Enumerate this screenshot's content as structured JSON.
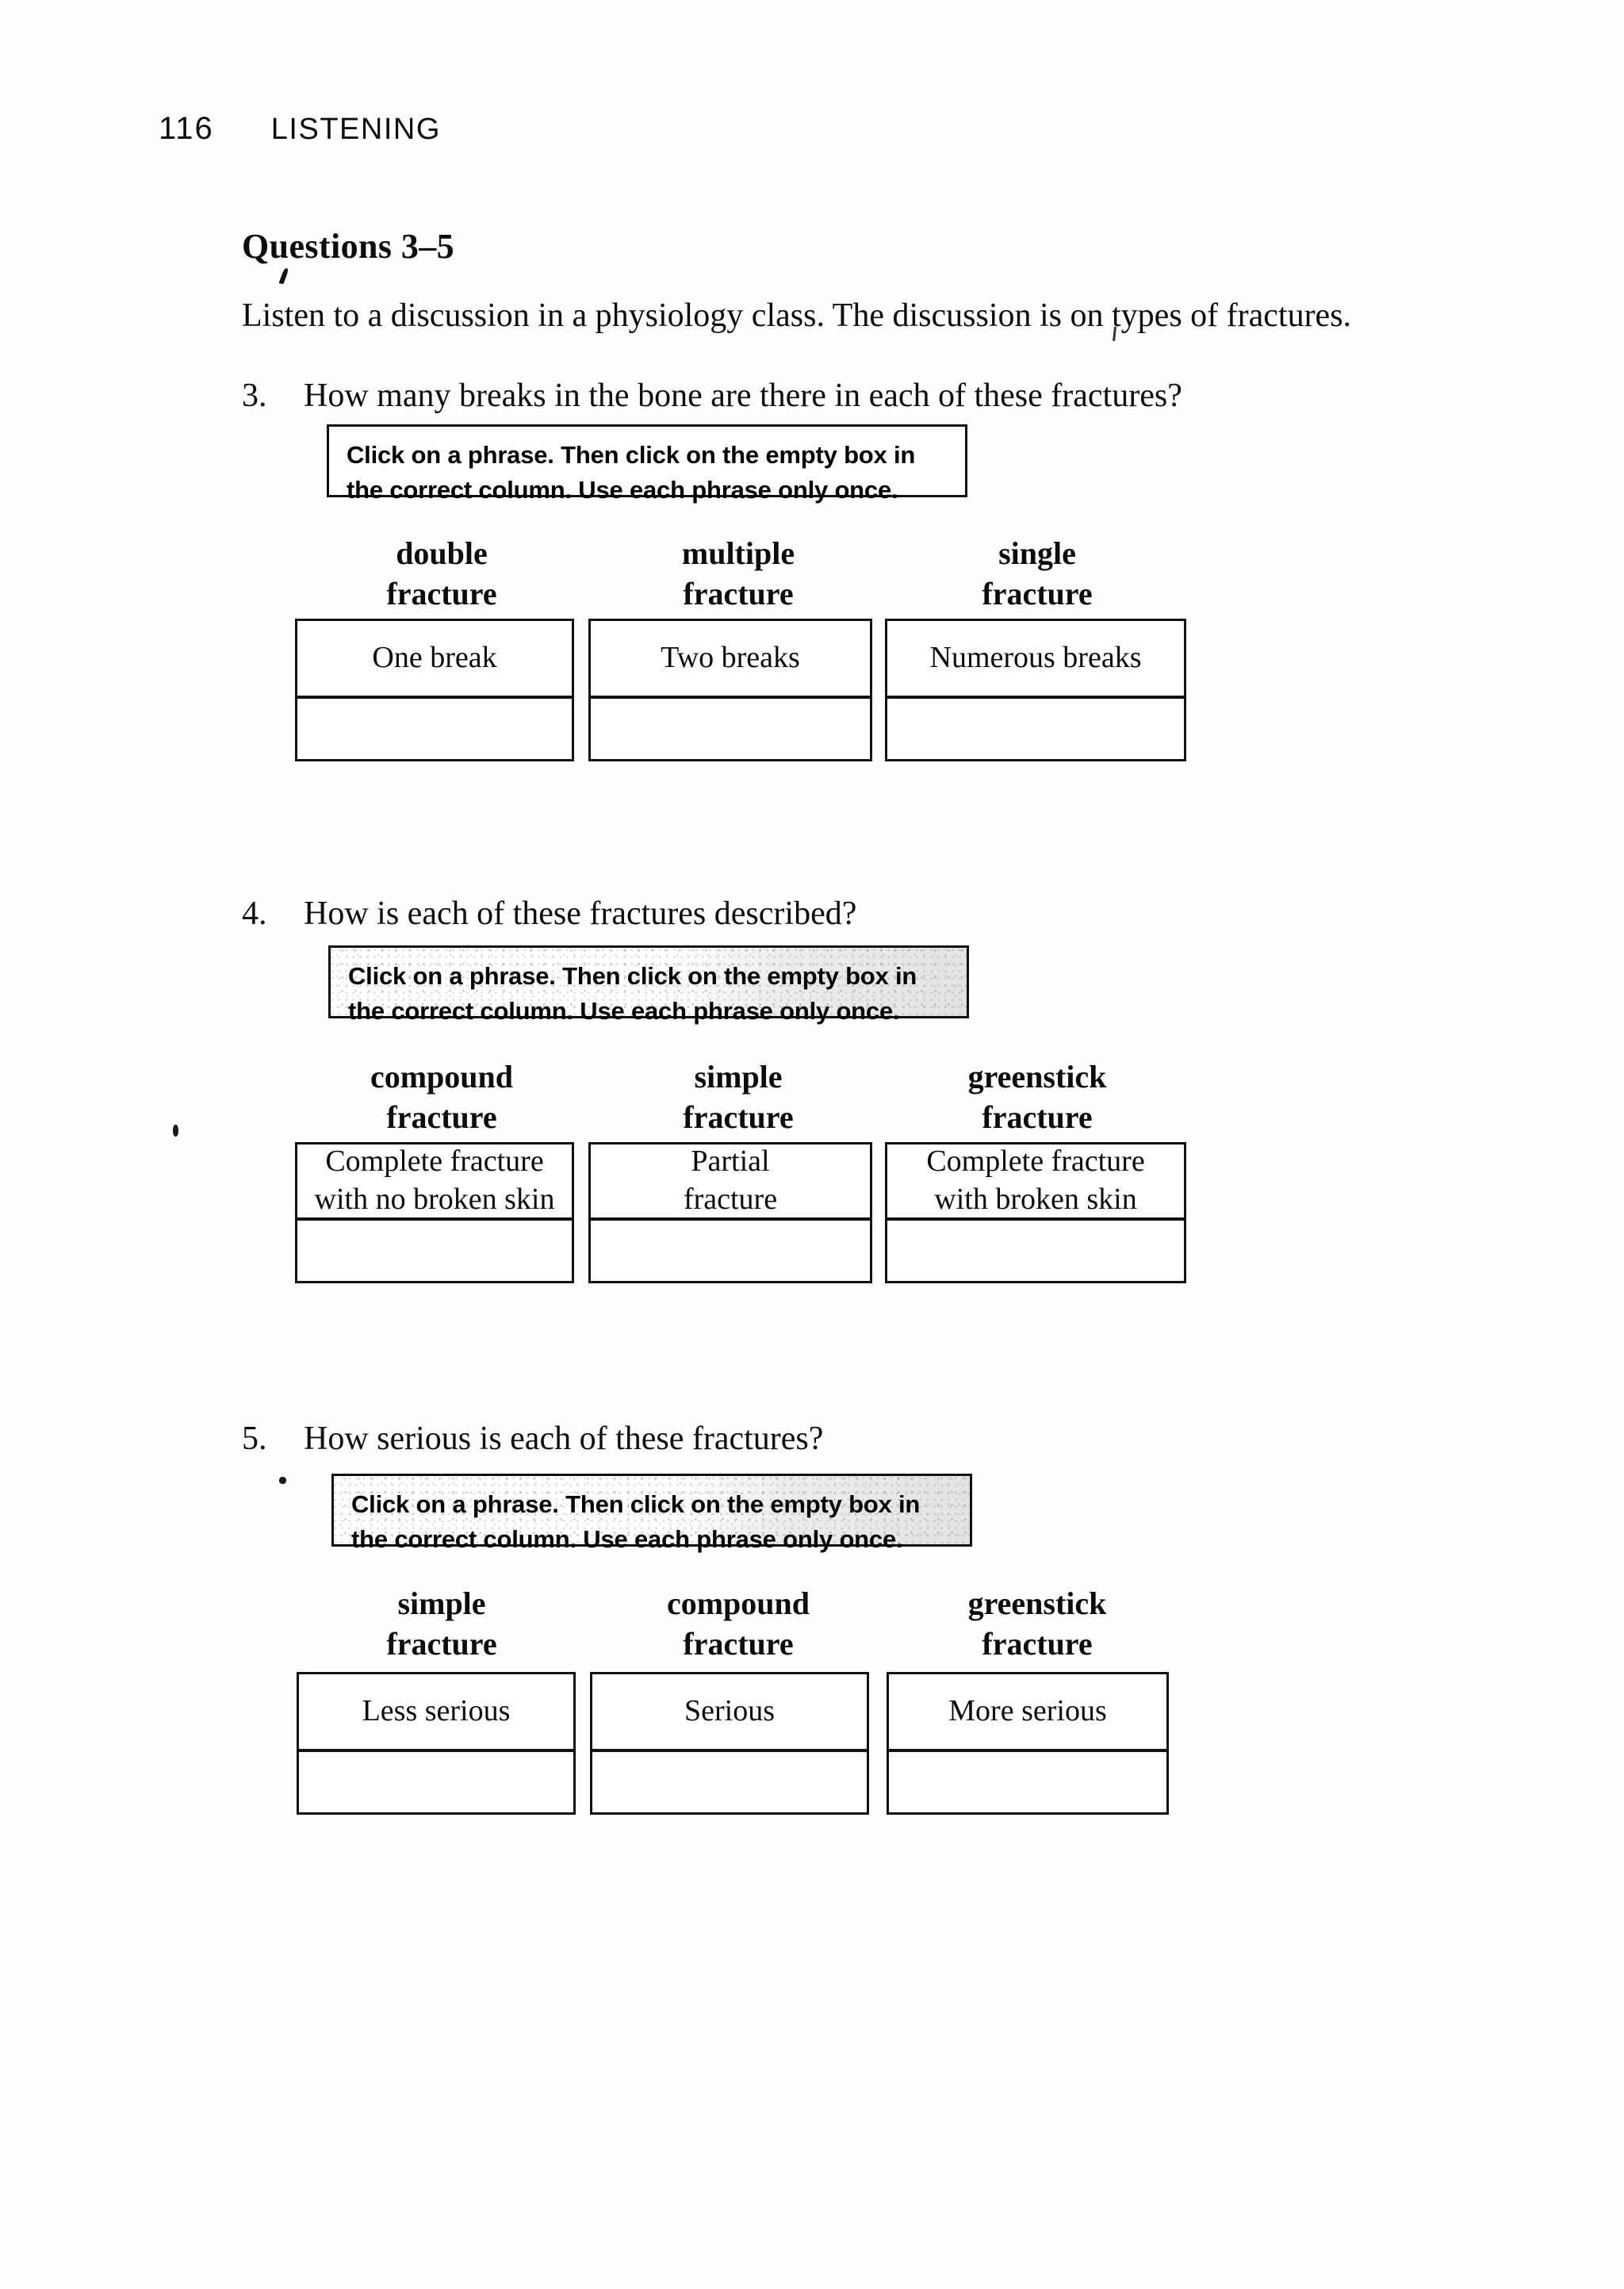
{
  "running_head": {
    "page_number": "116",
    "section": "LISTENING"
  },
  "heading": "Questions 3–5",
  "intro": "Listen to a discussion in a physiology class. The discussion is on types of fractures.",
  "instruction_text": {
    "line1": "Click on a phrase. Then click on the empty box in",
    "line2": "the correct column.  Use each phrase only once."
  },
  "questions": [
    {
      "number": "3.",
      "prompt": "How many breaks in the bone are there in each of these fractures?",
      "columns": [
        {
          "header_line1": "double",
          "header_line2": "fracture",
          "phrase_line1": "One break",
          "phrase_line2": "",
          "answer": ""
        },
        {
          "header_line1": "multiple",
          "header_line2": "fracture",
          "phrase_line1": "Two breaks",
          "phrase_line2": "",
          "answer": ""
        },
        {
          "header_line1": "single",
          "header_line2": "fracture",
          "phrase_line1": "Numerous breaks",
          "phrase_line2": "",
          "answer": ""
        }
      ]
    },
    {
      "number": "4.",
      "prompt": "How is each of these fractures described?",
      "columns": [
        {
          "header_line1": "compound",
          "header_line2": "fracture",
          "phrase_line1": "Complete fracture",
          "phrase_line2": "with no broken skin",
          "answer": ""
        },
        {
          "header_line1": "simple",
          "header_line2": "fracture",
          "phrase_line1": "Partial",
          "phrase_line2": "fracture",
          "answer": ""
        },
        {
          "header_line1": "greenstick",
          "header_line2": "fracture",
          "phrase_line1": "Complete fracture",
          "phrase_line2": "with broken skin",
          "answer": ""
        }
      ]
    },
    {
      "number": "5.",
      "prompt": "How serious is each of these fractures?",
      "columns": [
        {
          "header_line1": "simple",
          "header_line2": "fracture",
          "phrase_line1": "Less serious",
          "phrase_line2": "",
          "answer": ""
        },
        {
          "header_line1": "compound",
          "header_line2": "fracture",
          "phrase_line1": "Serious",
          "phrase_line2": "",
          "answer": ""
        },
        {
          "header_line1": "greenstick",
          "header_line2": "fracture",
          "phrase_line1": "More serious",
          "phrase_line2": "",
          "answer": ""
        }
      ]
    }
  ],
  "colors": {
    "ink": "#0d0d0d",
    "paper": "#fefefe",
    "rule": "#111111",
    "shading": "#e6e6e6"
  }
}
